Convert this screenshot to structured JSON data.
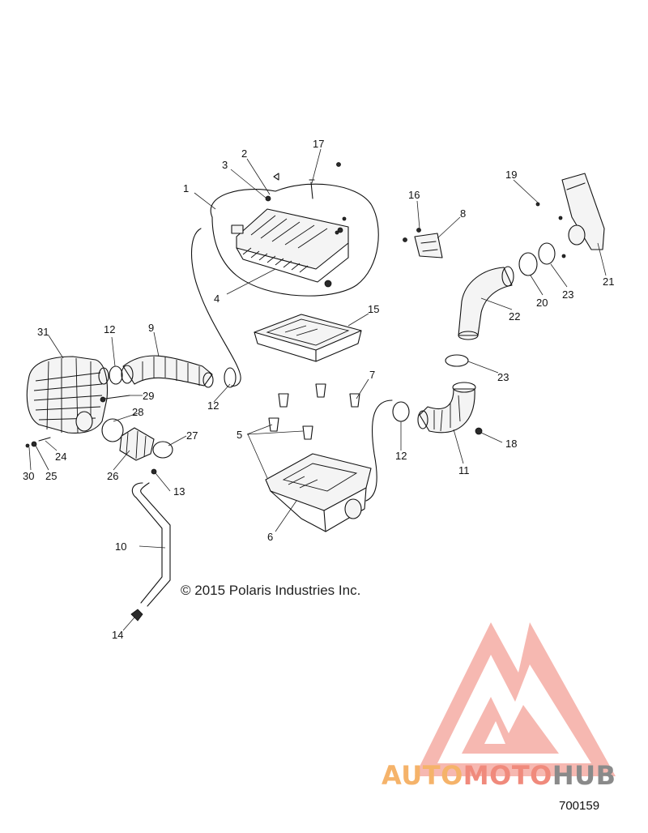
{
  "diagram": {
    "callouts": [
      "1",
      "2",
      "3",
      "4",
      "5",
      "6",
      "7",
      "8",
      "9",
      "10",
      "11",
      "12",
      "12",
      "12",
      "13",
      "14",
      "15",
      "16",
      "17",
      "18",
      "19",
      "20",
      "21",
      "22",
      "23",
      "23",
      "24",
      "25",
      "26",
      "27",
      "28",
      "29",
      "30",
      "31"
    ],
    "copyright": "© 2015 Polaris Industries Inc.",
    "document_number": "700159"
  },
  "watermark": {
    "brand_part1": "AUTO",
    "brand_part2": "MOTO",
    "brand_part3": "HUB",
    "colors": {
      "auto": "#f5b36a",
      "moto": "#f08a7c",
      "hub": "#8a8a8a",
      "logo": "#f29a90"
    }
  }
}
